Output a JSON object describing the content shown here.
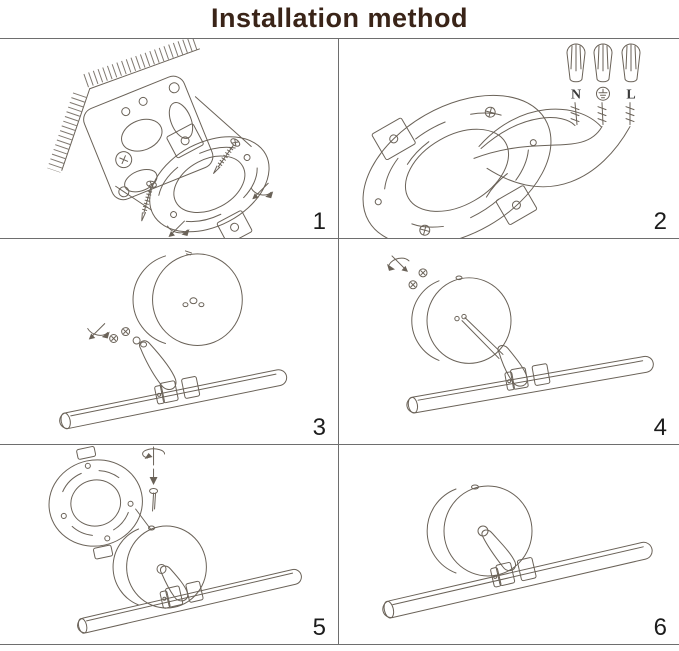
{
  "header": {
    "title": "Installation method"
  },
  "colors": {
    "title_text": "#3a2418",
    "line_art": "#6a6258",
    "divider": "#6e6e6e",
    "panel_number": "#1c1c1c",
    "label_text": "#3a3a3a",
    "background": "#ffffff"
  },
  "wiring": {
    "neutral_label": "N",
    "live_label": "L",
    "ground_icon": "earth-ground-symbol"
  },
  "panels": [
    {
      "number": "1"
    },
    {
      "number": "2"
    },
    {
      "number": "3"
    },
    {
      "number": "4"
    },
    {
      "number": "5"
    },
    {
      "number": "6"
    }
  ]
}
